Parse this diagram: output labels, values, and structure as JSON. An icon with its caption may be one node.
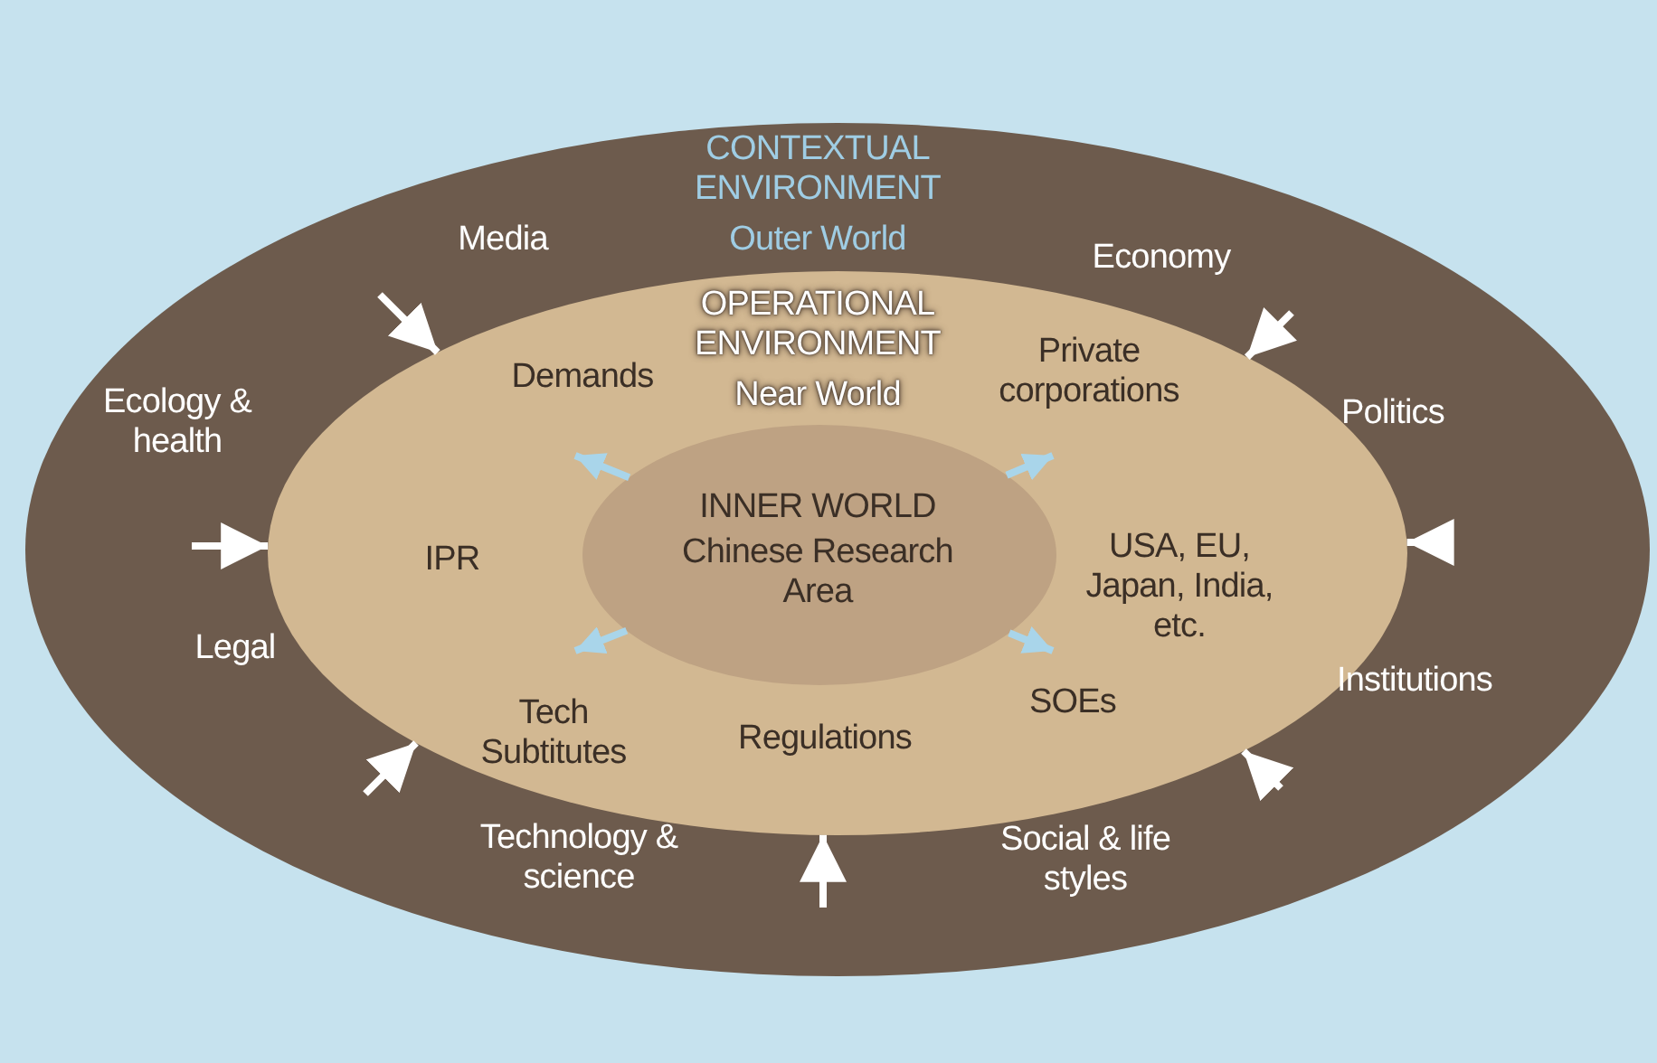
{
  "diagram": {
    "nodes": [
      {
        "text": [
          "CONTEXTUAL ENVIRONMENT",
          "Outer World"
        ]
      },
      {
        "text": [
          "OPERATIONAL ENVIRONMENT",
          "Near World"
        ],
        "in": 0
      },
      {
        "text": [
          "INNER WORLD",
          "Chinese Research Area"
        ],
        "in": 1
      }
    ],
    "edges": [
      {
        "from": null,
        "to": 1,
        "arrow": "to"
      },
      {
        "from": null,
        "to": 1,
        "arrow": "to"
      },
      {
        "from": null,
        "to": 1,
        "arrow": "to"
      },
      {
        "from": null,
        "to": 1,
        "arrow": "to"
      },
      {
        "from": null,
        "to": 1,
        "arrow": "to"
      },
      {
        "from": null,
        "to": 1,
        "arrow": "to"
      },
      {
        "from": null,
        "to": 1,
        "arrow": "to"
      },
      {
        "from": 2,
        "to": null,
        "arrow": "to",
        "color": "#a9d5ea"
      },
      {
        "from": 2,
        "to": null,
        "arrow": "to",
        "color": "#a9d5ea"
      },
      {
        "from": 2,
        "to": null,
        "arrow": "to",
        "color": "#a9d5ea"
      },
      {
        "from": 2,
        "to": null,
        "arrow": "to",
        "color": "#a9d5ea"
      }
    ],
    "labels": [
      "Media",
      "Economy",
      "Demands",
      "Private corporations",
      "Ecology & health",
      "Politics",
      "IPR",
      "USA, EU, Japan, India, etc.",
      "Legal",
      "Institutions",
      "Tech Subtitutes",
      "Regulations",
      "SOEs",
      "Technology & science",
      "Social & life styles"
    ]
  }
}
